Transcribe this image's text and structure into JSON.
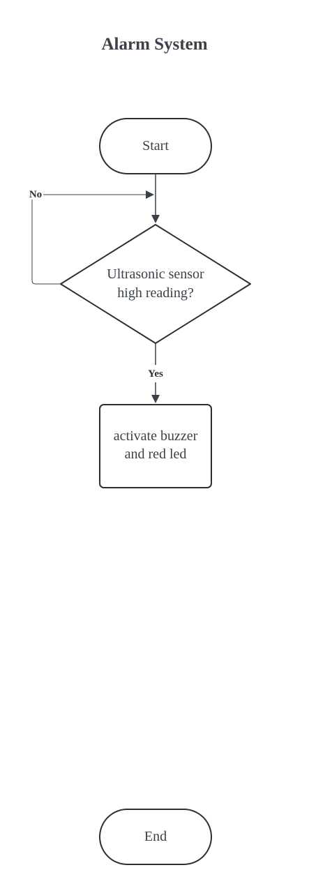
{
  "diagram": {
    "title": "Alarm System",
    "nodes": {
      "start": {
        "label": "Start"
      },
      "decision": {
        "line1": "Ultrasonic sensor",
        "line2": "high reading?"
      },
      "process": {
        "line1": "activate buzzer",
        "line2": "and red led"
      },
      "end": {
        "label": "End"
      }
    },
    "edges": {
      "no_label": "No",
      "yes_label": "Yes"
    }
  }
}
